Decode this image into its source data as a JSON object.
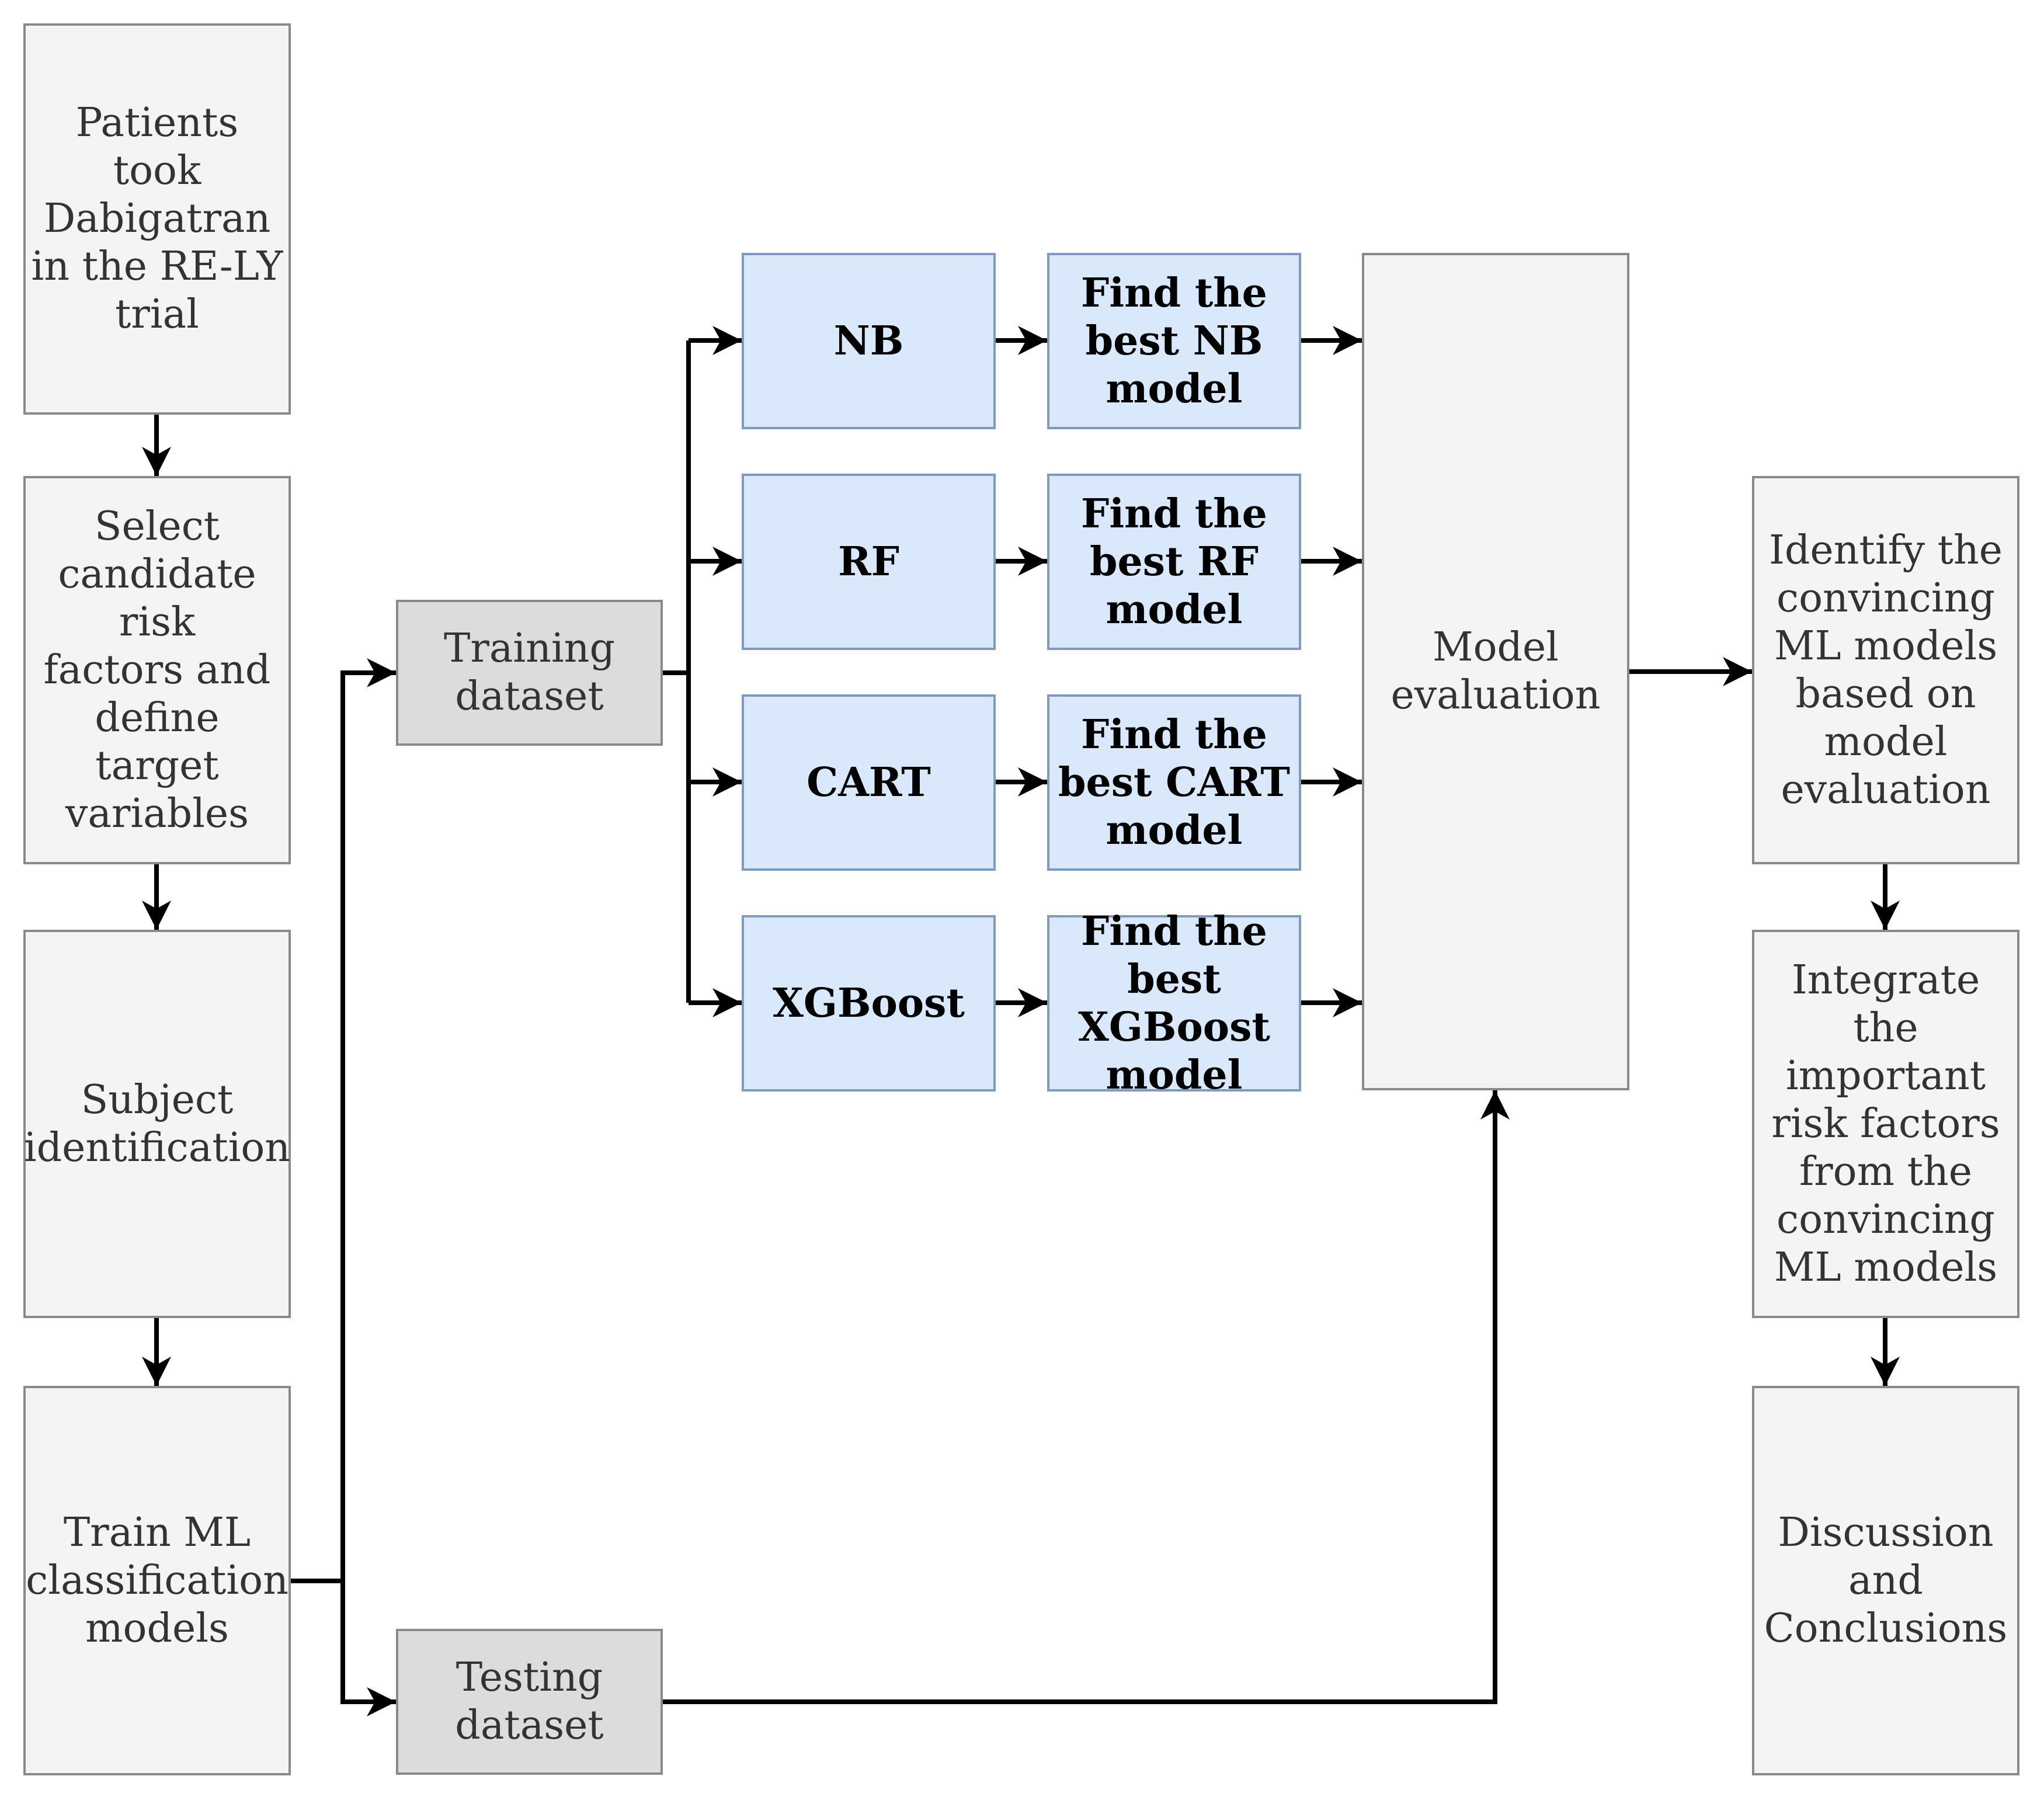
{
  "colors": {
    "step_fill": "#f5f4f5",
    "dataset_fill": "#dcdcdc",
    "model_fill": "#dae8fc",
    "step_border": "#8a8a8a",
    "model_border": "#7f99bf",
    "arrow": "#000000"
  },
  "nodes": {
    "patients": "Patients\ntook\nDabigatran\nin the RE-LY\ntrial",
    "select": "Select\ncandidate risk\nfactors and\ndefine target\nvariables",
    "subject": "Subject\nidentification",
    "train_ml": "Train ML\nclassification\nmodels",
    "training": "Training\ndataset",
    "testing": "Testing\ndataset",
    "nb": "NB",
    "rf": "RF",
    "cart": "CART",
    "xgboost": "XGBoost",
    "best_nb": "Find the\nbest NB\nmodel",
    "best_rf": "Find the\nbest RF\nmodel",
    "best_cart": "Find the\nbest CART\nmodel",
    "best_xgb": "Find the\nbest XGBoost\nmodel",
    "evaluation": "Model\nevaluation",
    "identify": "Identify the\nconvincing\nML models\nbased on\nmodel\nevaluation",
    "integrate": "Integrate the\nimportant\nrisk factors\nfrom the\nconvincing\nML models",
    "discussion": "Discussion\nand\nConclusions"
  }
}
